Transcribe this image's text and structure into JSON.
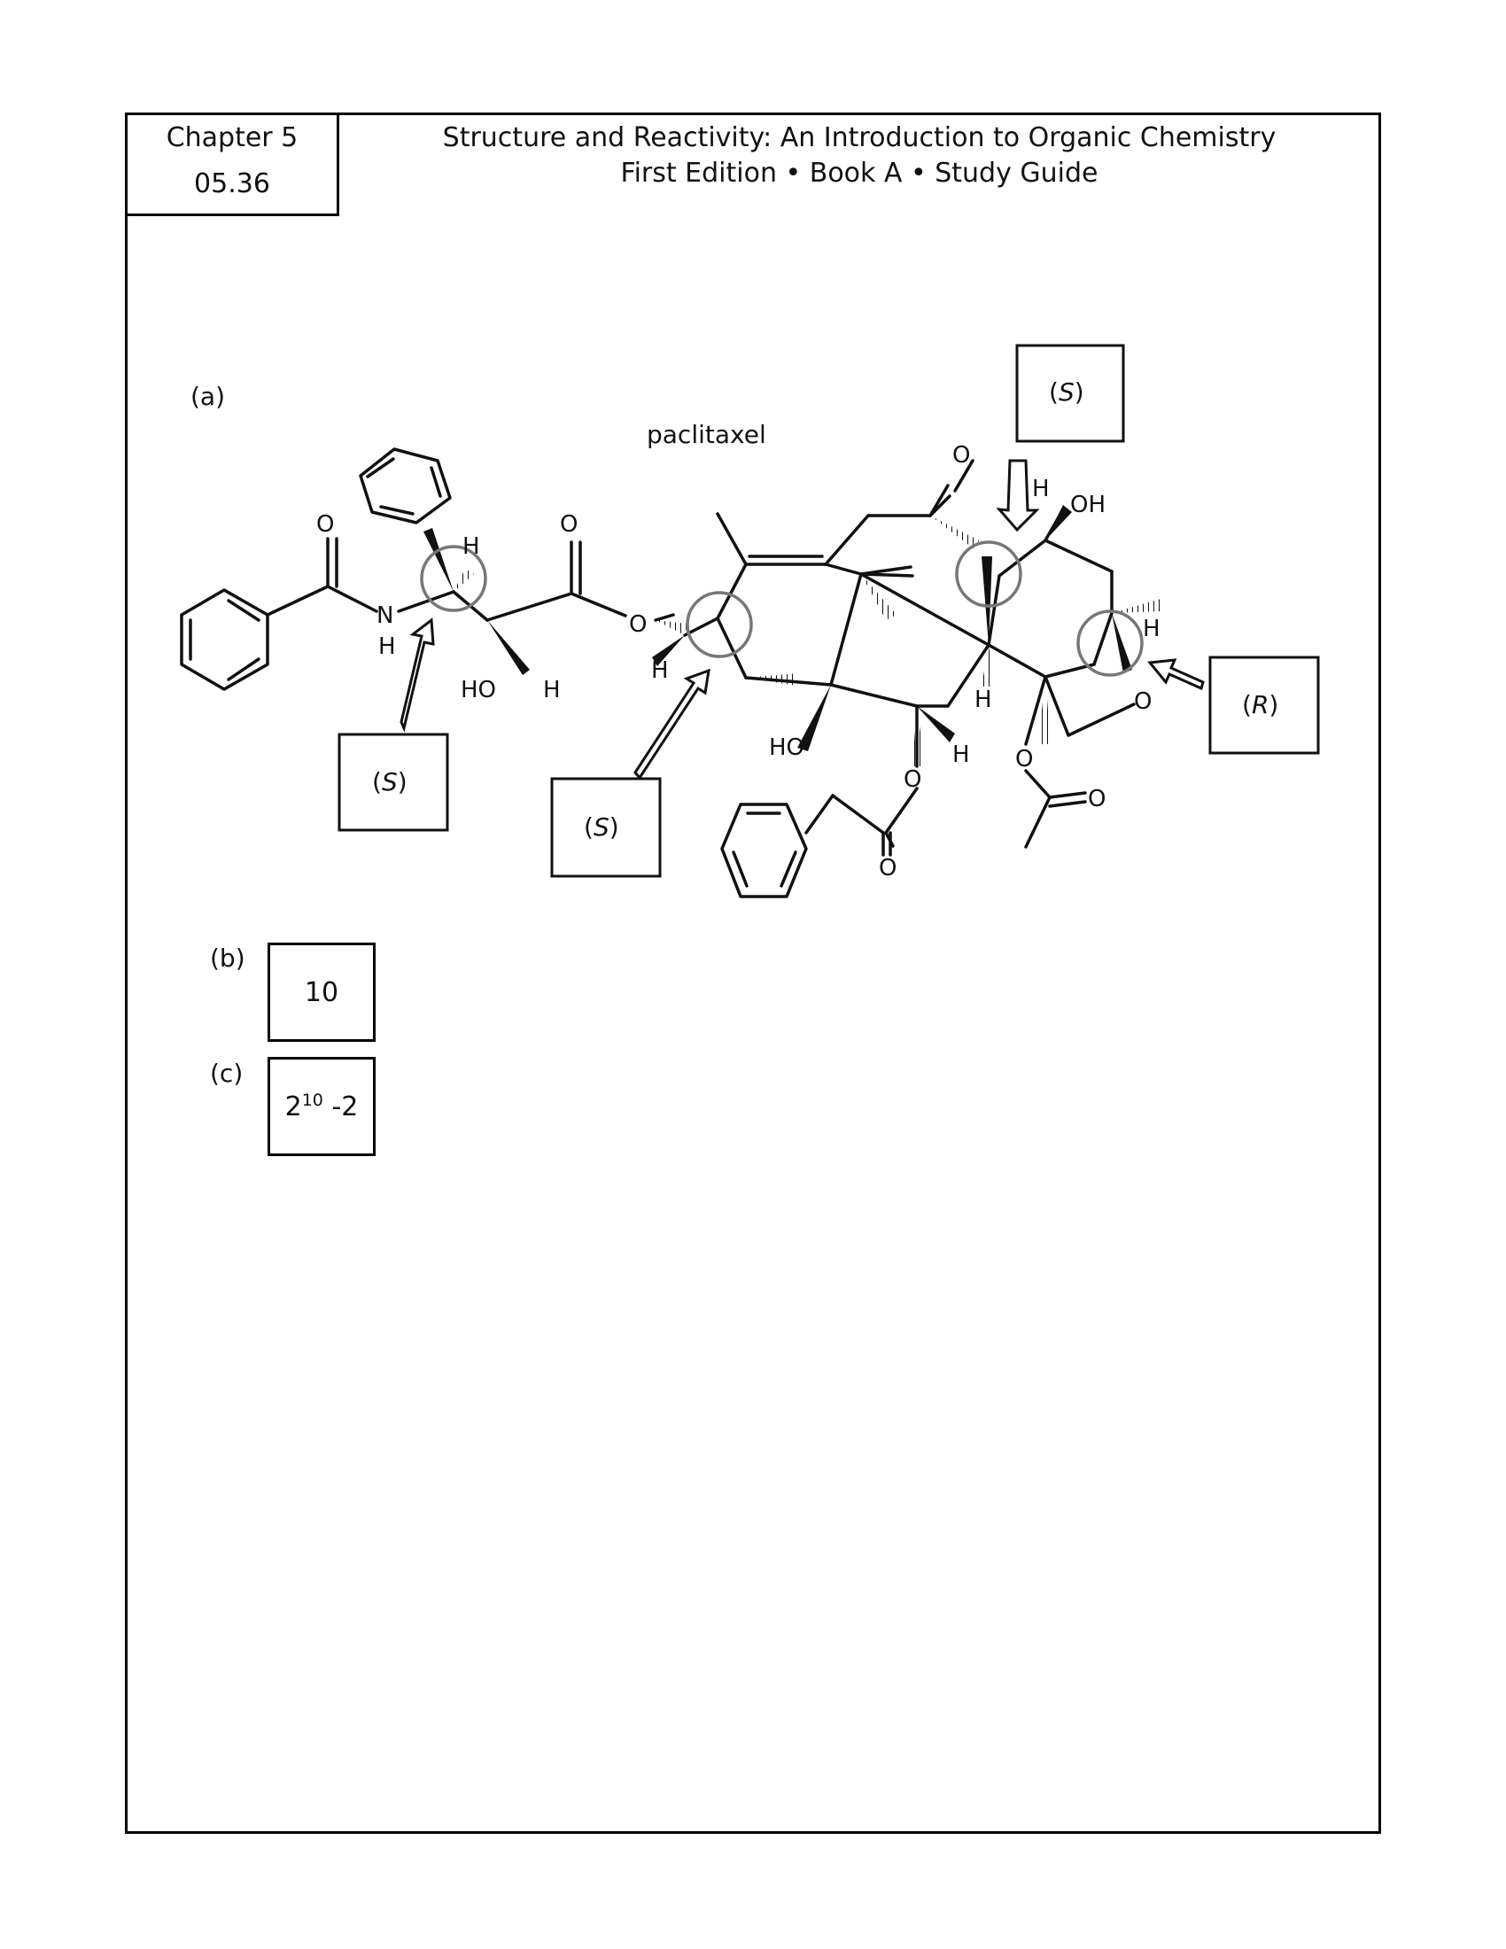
{
  "header": {
    "chapter": "Chapter 5",
    "problem_number": "05.36",
    "title_line1": "Structure and Reactivity: An Introduction to Organic Chemistry",
    "title_line2": "First Edition • Book A • Study Guide"
  },
  "part_a": {
    "label": "(a)",
    "molecule_name": "paclitaxel",
    "atom_labels": {
      "O": "O",
      "N": "N",
      "H": "H",
      "HO": "HO",
      "OH": "OH"
    },
    "stereo_assignments": [
      {
        "open": "(",
        "letter": "S",
        "close": ")"
      },
      {
        "open": "(",
        "letter": "S",
        "close": ")"
      },
      {
        "open": "(",
        "letter": "S",
        "close": ")"
      },
      {
        "open": "(",
        "letter": "R",
        "close": ")"
      }
    ]
  },
  "part_b": {
    "label": "(b)",
    "answer": "10"
  },
  "part_c": {
    "label": "(c)",
    "answer_base": "2",
    "answer_exponent": "10",
    "answer_rest": " -2"
  }
}
